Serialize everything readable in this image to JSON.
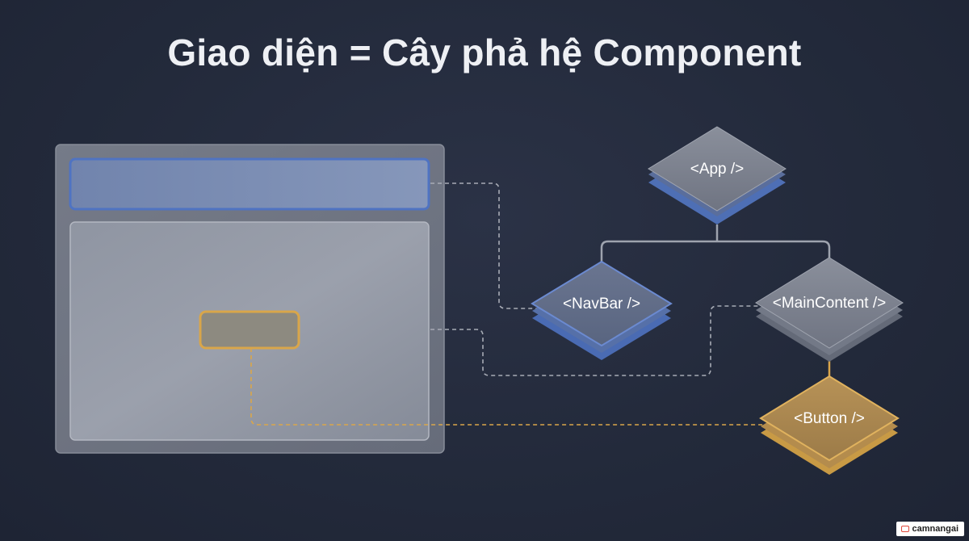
{
  "title": "Giao diện = Cây phả hệ Component",
  "nodes": {
    "app": "<App />",
    "navbar": "<NavBar />",
    "main_content": "<MainContent />",
    "button": "<Button />"
  },
  "colors": {
    "background": "#232a3b",
    "navbar_accent": "#4f73c2",
    "button_accent": "#d9a64a",
    "neutral_node": "#6b7283",
    "connector": "#a7abb5"
  },
  "watermark": "camnangai"
}
